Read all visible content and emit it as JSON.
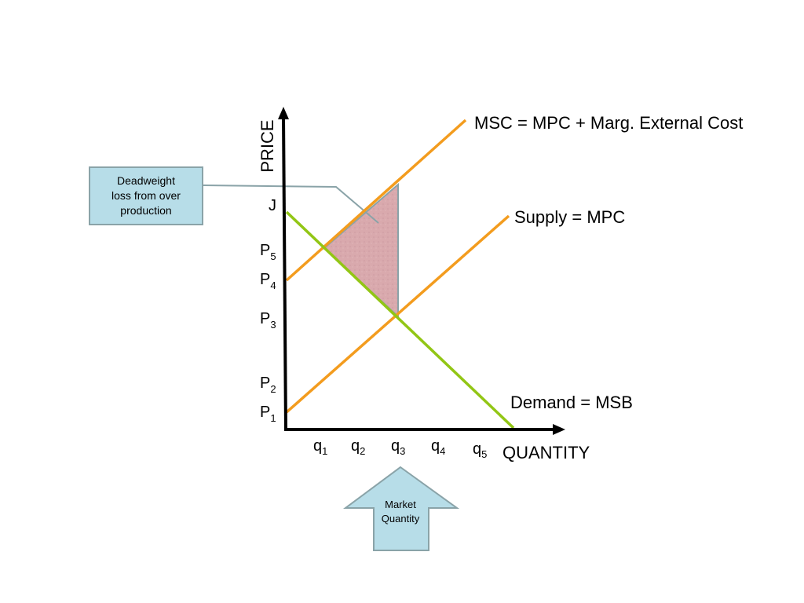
{
  "axes": {
    "y_label": "PRICE",
    "x_label": "QUANTITY"
  },
  "price_ticks": [
    {
      "base": "J",
      "sub": ""
    },
    {
      "base": "P",
      "sub": "5"
    },
    {
      "base": "P",
      "sub": "4"
    },
    {
      "base": "P",
      "sub": "3"
    },
    {
      "base": "P",
      "sub": "2"
    },
    {
      "base": "P",
      "sub": "1"
    }
  ],
  "quantity_ticks": [
    {
      "base": "q",
      "sub": "1",
      "highlight": true
    },
    {
      "base": "q",
      "sub": "2",
      "highlight": false
    },
    {
      "base": "q",
      "sub": "3",
      "highlight": false
    },
    {
      "base": "q",
      "sub": "4",
      "highlight": false
    },
    {
      "base": "q",
      "sub": "5",
      "highlight": false
    }
  ],
  "curves": {
    "msc": {
      "label": "MSC = MPC + Marg. External Cost",
      "color": "#f39c1e"
    },
    "supply": {
      "label": "Supply = MPC",
      "color": "#f39c1e"
    },
    "demand": {
      "label": "Demand = MSB",
      "color": "#92c615"
    }
  },
  "deadweight": {
    "label": "Deadweight\nloss from over\nproduction",
    "fill": "#d9a9ad"
  },
  "market_arrow": {
    "label": "Market\nQuantity",
    "fill": "#b7dde8"
  },
  "colors": {
    "axis": "#000000",
    "highlight_tick": "#c0101a",
    "callout_border": "#8aa3a8"
  }
}
